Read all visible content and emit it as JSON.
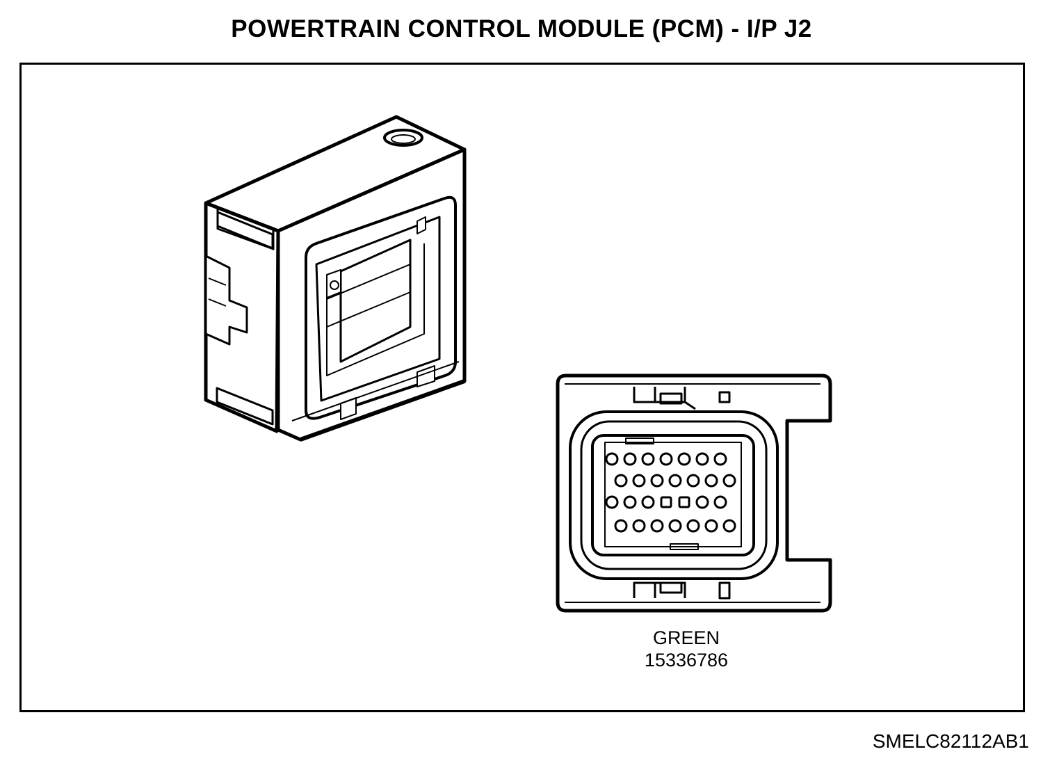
{
  "title": "POWERTRAIN CONTROL MODULE (PCM) - I/P J2",
  "connector": {
    "color": "GREEN",
    "part_number": "15336786"
  },
  "figure_id": "SMELC82112AB1",
  "colors": {
    "line": "#000000",
    "background": "#ffffff"
  }
}
